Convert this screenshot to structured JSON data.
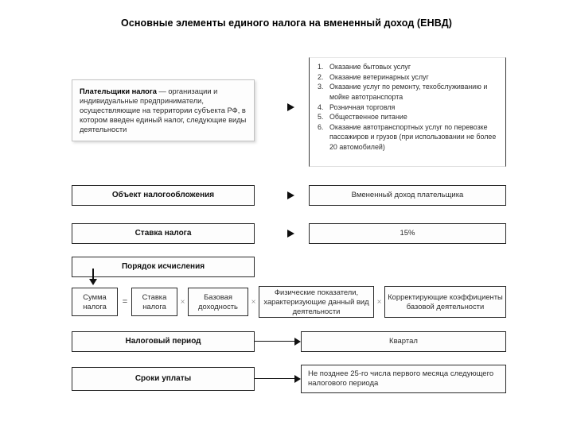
{
  "title": "Основные элементы единого налога на вмененный доход (ЕНВД)",
  "payers": {
    "label_bold": "Плательщики налога",
    "text": " — организации и индивидуальные предприниматели, осуществляющие на территории субъекта РФ, в котором введен единый налог, следующие виды деятельности"
  },
  "activities": [
    {
      "num": "1.",
      "text": "Оказание бытовых услуг"
    },
    {
      "num": "2.",
      "text": "Оказание ветеринарных услуг"
    },
    {
      "num": "3.",
      "text": "Оказание услуг по ремонту, техобслуживанию и мойке автотранспорта"
    },
    {
      "num": "4.",
      "text": "Розничная торговля"
    },
    {
      "num": "5.",
      "text": "Общественное питание"
    },
    {
      "num": "6.",
      "text": "Оказание автотранспортных услуг по перевозке пассажиров и грузов (при использовании не более 20 автомобилей)"
    }
  ],
  "rows": {
    "object": {
      "left": "Объект налогообложения",
      "right": "Вмененный доход плательщика"
    },
    "rate": {
      "left": "Ставка налога",
      "right": "15%"
    },
    "period": {
      "left": "Налоговый период",
      "right": "Квартал"
    },
    "terms": {
      "left": "Сроки уплаты",
      "right": "Не позднее 25-го числа первого месяца следующего налогового периода"
    }
  },
  "calculation": {
    "header": "Порядок исчисления",
    "sum": "Сумма налога",
    "rate": "Ставка налога",
    "base": "Базовая доходность",
    "physical": "Физические показатели, характеризующие данный вид деятельности",
    "coefficients": "Корректирующие коэффициенты базовой деятельности",
    "op_equals": "=",
    "op_mult_1": "×",
    "op_mult_2": "×",
    "op_mult_3": "×"
  },
  "colors": {
    "border_dark": "#2b2b2b",
    "border_light": "#c2c2c2",
    "text": "#2a2a2a",
    "background": "#ffffff"
  }
}
